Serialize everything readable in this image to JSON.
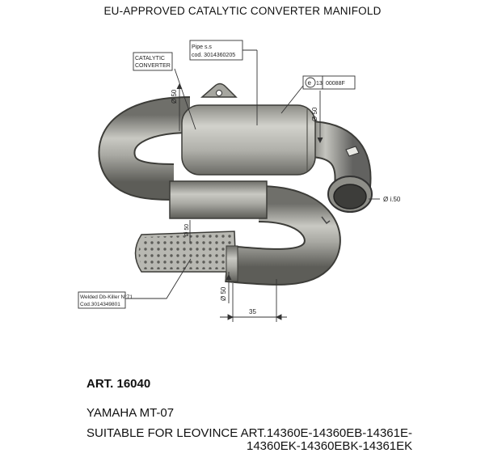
{
  "title": "EU-APPROVED CATALYTIC CONVERTER MANIFOLD",
  "callouts": {
    "catalytic_line1": "CATALYTIC",
    "catalytic_line2": "CONVERTER",
    "pipe_line1": "Pipe s.s",
    "pipe_line2": "cod. 3014360205",
    "homologation_e": "e",
    "homologation_num": "13",
    "homologation_code": "00088F",
    "dbkiller_line1": "Welded Db-Killer N°71",
    "dbkiller_line2": "Cod.3014349801"
  },
  "dimensions": {
    "dia_top_left": "Ø 50",
    "dia_top_right": "Ø 50",
    "dia_outlet": "Ø i.50",
    "dia_middle": "Ø 50",
    "dia_bottom": "Ø 50",
    "length": "35"
  },
  "info": {
    "article": "ART. 16040",
    "model": "YAMAHA MT-07",
    "suitable_line1": "SUITABLE FOR LEOVINCE ART.14360E-14360EB-14361E-",
    "suitable_line2": "14360EK-14360EBK-14361EK"
  }
}
